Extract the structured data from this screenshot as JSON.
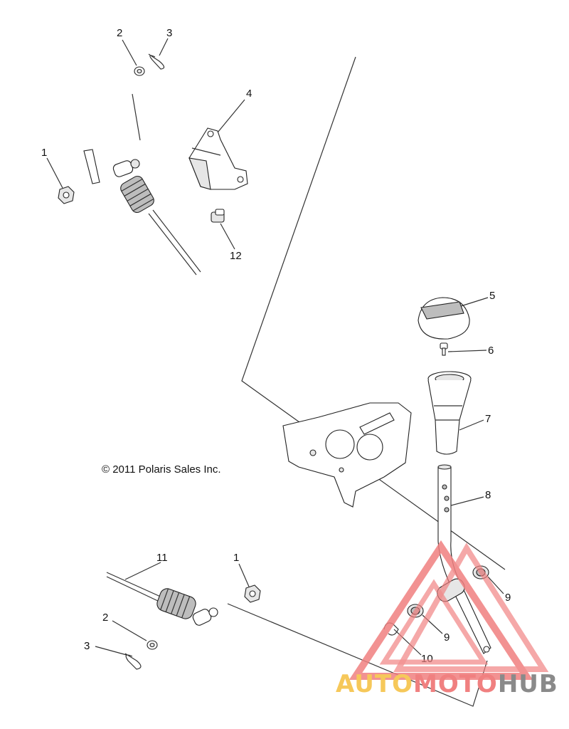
{
  "copyright": "© 2011 Polaris Sales Inc.",
  "callouts": [
    "1",
    "2",
    "3",
    "4",
    "12",
    "5",
    "6",
    "7",
    "8",
    "11",
    "1",
    "9",
    "2",
    "9",
    "3",
    "10"
  ],
  "watermark": {
    "auto": "AUTO",
    "moto": "MOTO",
    "hub": "HUB"
  },
  "colors": {
    "watermark_triangle": "#f08080",
    "auto": "#f6c85a",
    "moto": "#f08080",
    "hub": "#8a8a8a"
  }
}
